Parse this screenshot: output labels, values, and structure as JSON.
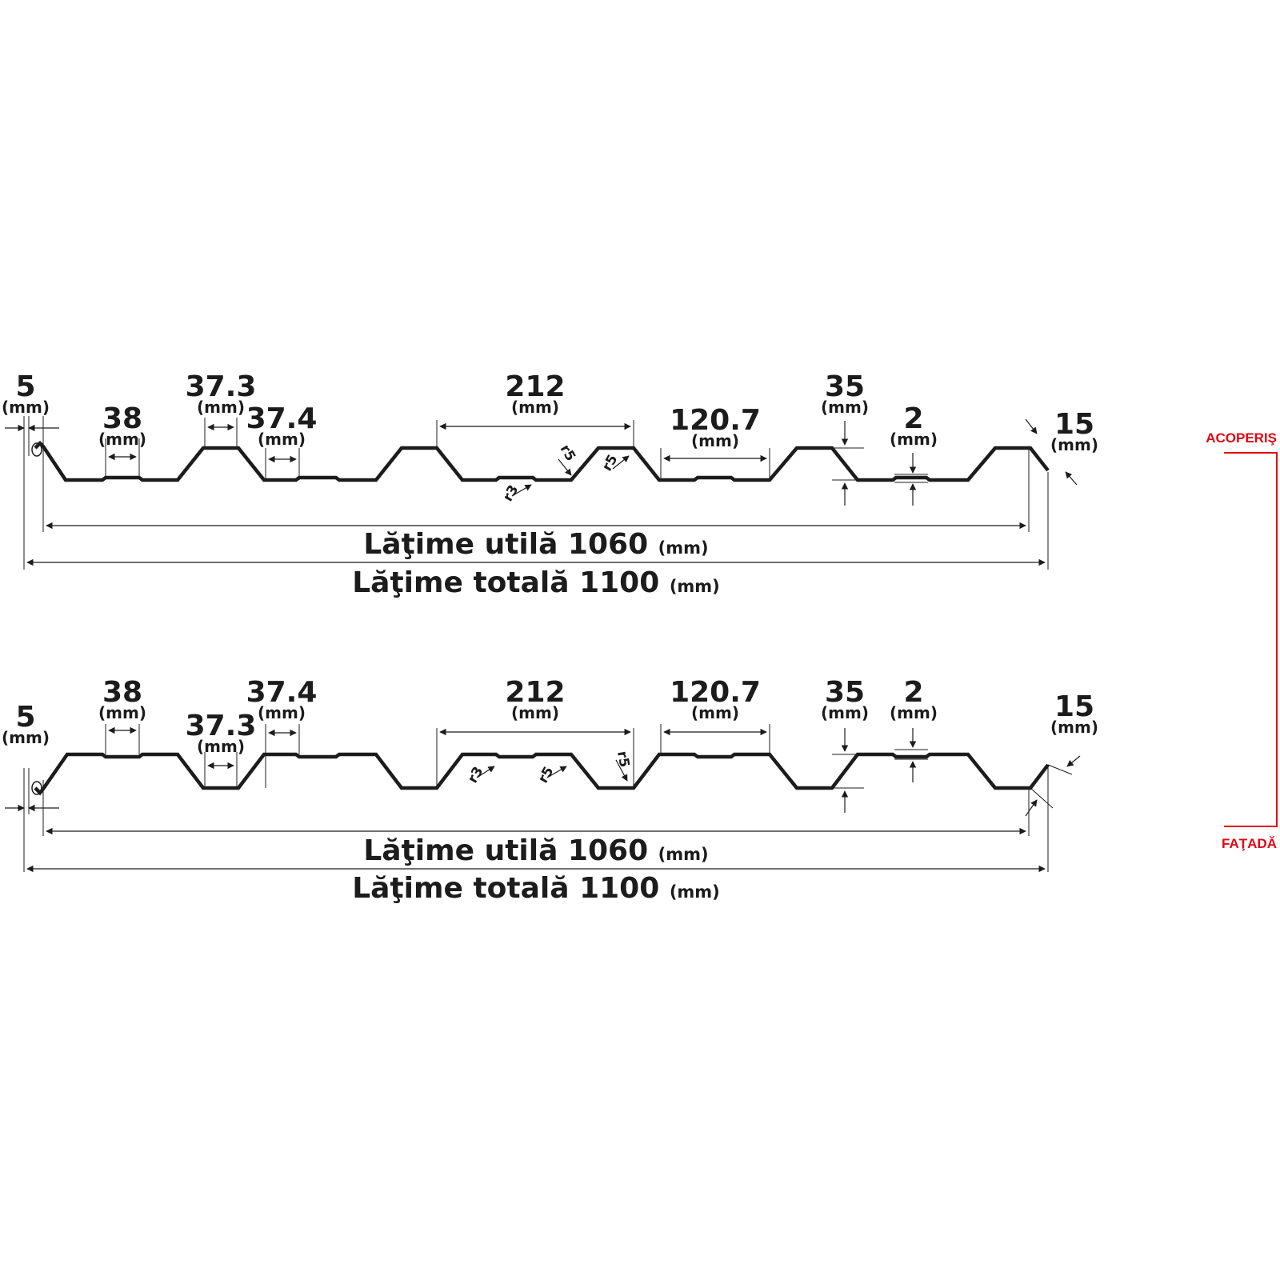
{
  "unit": "(mm)",
  "profiles": [
    {
      "id": "roof",
      "dims": {
        "overlap": "5",
        "top_flat_38": "38",
        "rib_flat_37_3": "37.3",
        "valley_37_4": "37.4",
        "pitch_212": "212",
        "flat_120_7": "120.7",
        "height_35": "35",
        "stiffener_2": "2",
        "end_15": "15"
      },
      "radii": [
        "r3",
        "r5",
        "r5"
      ],
      "useful_width": {
        "label": "Lăţime utilă 1060",
        "unit": "(mm)"
      },
      "total_width": {
        "label": "Lăţime totală 1100",
        "unit": "(mm)"
      }
    },
    {
      "id": "facade",
      "dims": {
        "overlap": "5",
        "top_flat_38": "38",
        "rib_flat_37_3": "37.3",
        "valley_37_4": "37.4",
        "pitch_212": "212",
        "flat_120_7": "120.7",
        "height_35": "35",
        "stiffener_2": "2",
        "end_15": "15"
      },
      "radii": [
        "r3",
        "r5",
        "r5"
      ],
      "useful_width": {
        "label": "Lăţime utilă 1060",
        "unit": "(mm)"
      },
      "total_width": {
        "label": "Lăţime totală 1100",
        "unit": "(mm)"
      }
    }
  ],
  "side_labels": {
    "top": "ACOPERIŞ",
    "bottom": "FAŢADĂ"
  },
  "colors": {
    "line": "#1c1c1c",
    "accent": "#e30613",
    "background": "#ffffff"
  }
}
